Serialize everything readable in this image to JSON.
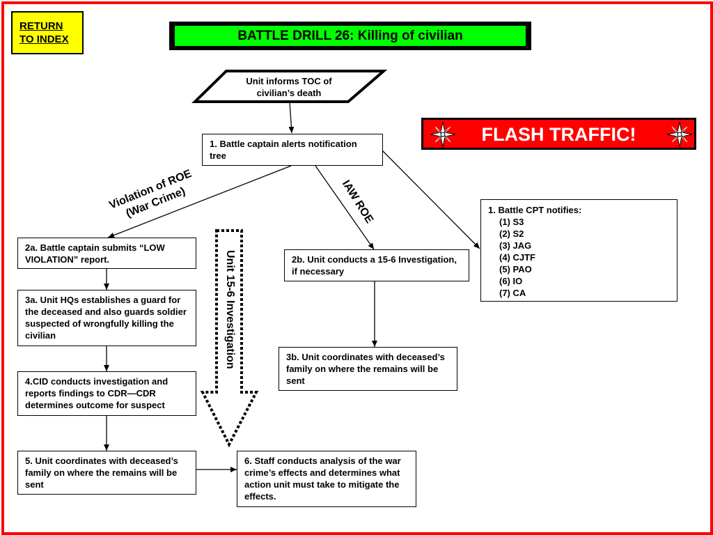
{
  "nav": {
    "return_label_1": "RETURN",
    "return_label_2": "TO INDEX"
  },
  "title": "BATTLE DRILL 26:  Killing of civilian",
  "flash": "FLASH TRAFFIC!",
  "start": {
    "line1": "Unit informs TOC of",
    "line2": "civilian’s death"
  },
  "steps": {
    "s1": "1. Battle captain alerts notification tree",
    "s2a": "2a. Battle captain submits “LOW VIOLATION” report.",
    "s3a": "3a. Unit HQs establishes a guard for the deceased and also guards soldier suspected of wrongfully killing the civilian",
    "s4": "4.CID conducts investigation and reports findings to CDR—CDR determines outcome for suspect",
    "s5": "5. Unit coordinates with deceased’s family on where the remains will be sent",
    "s6": "6. Staff conducts analysis of the war crime’s effects and determines what action unit must take to mitigate the effects.",
    "s2b": "2b. Unit conducts a 15-6 Investigation, if necessary",
    "s3b": "3b. Unit coordinates with deceased’s family on where the remains will be sent"
  },
  "notify": {
    "header": "1. Battle CPT notifies:",
    "items": [
      "(1) S3",
      "(2) S2",
      "(3) JAG",
      "(4) CJTF",
      "(5) PAO",
      "(6) IO",
      "(7) CA"
    ]
  },
  "labels": {
    "violation_1": "Violation of ROE",
    "violation_2": "(War Crime)",
    "iaw": "IAW ROE",
    "investigation": "Unit 15-6 Investigation"
  },
  "colors": {
    "frame": "#ff0000",
    "return_bg": "#ffff00",
    "title_bg": "#00ff00",
    "flash_bg": "#ff0000"
  },
  "icons": [
    "compass-star-icon"
  ]
}
